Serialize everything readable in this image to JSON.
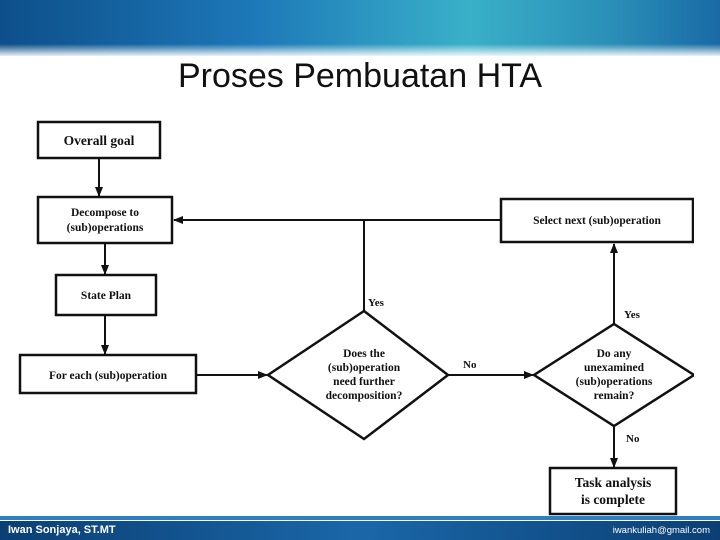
{
  "slide": {
    "title": "Proses Pembuatan HTA"
  },
  "diagram": {
    "nodes": {
      "overall_goal": "Overall goal",
      "decompose": [
        "Decompose to",
        "(sub)operations"
      ],
      "state_plan": "State Plan",
      "for_each": "For each (sub)operation",
      "does_need": [
        "Does the",
        "(sub)operation",
        "need further",
        "decomposition?"
      ],
      "do_any": [
        "Do any",
        "unexamined",
        "(sub)operations",
        "remain?"
      ],
      "select_next": "Select next (sub)operation",
      "task_complete": [
        "Task analysis",
        "is complete"
      ]
    },
    "edge_labels": {
      "yes_left": "Yes",
      "no_middle": "No",
      "yes_right": "Yes",
      "no_bottom": "No"
    }
  },
  "footer": {
    "author": "Iwan Sonjaya, ST.MT",
    "email": "iwankuliah@gmail.com"
  },
  "colors": {
    "banner": "#1d78b8",
    "footer": "#1a67a8",
    "node_border": "#111111"
  }
}
